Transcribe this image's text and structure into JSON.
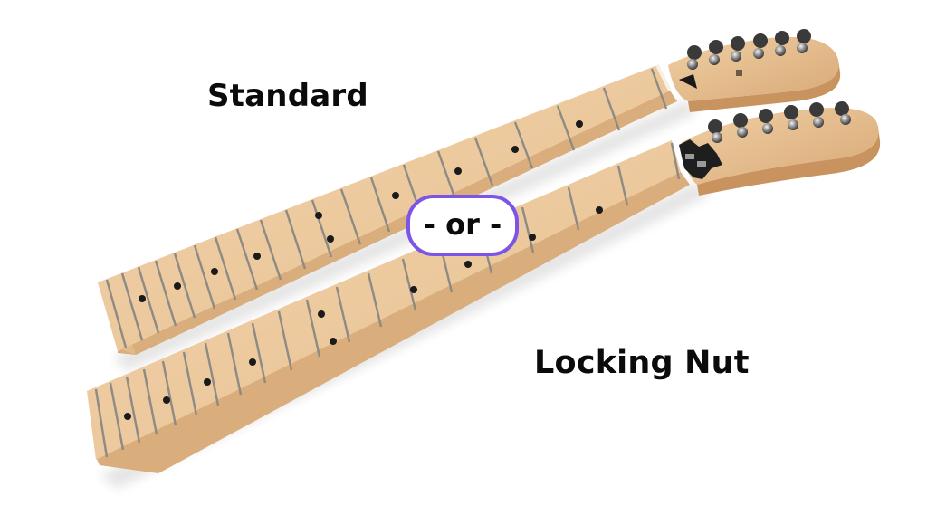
{
  "labels": {
    "standard": "Standard",
    "separator": "- or -",
    "locking_nut": "Locking Nut"
  },
  "options": [
    {
      "name": "Standard",
      "nut_type": "standard-nut"
    },
    {
      "name": "Locking Nut",
      "nut_type": "locking-nut"
    }
  ],
  "colors": {
    "background": "#ffffff",
    "text": "#0b0b0b",
    "pill_border": "#7b55e6",
    "maple": "#edc9a0",
    "maple_side": "#d9ad7c",
    "fret": "#8e8a84",
    "dot": "#1a1a1a"
  }
}
